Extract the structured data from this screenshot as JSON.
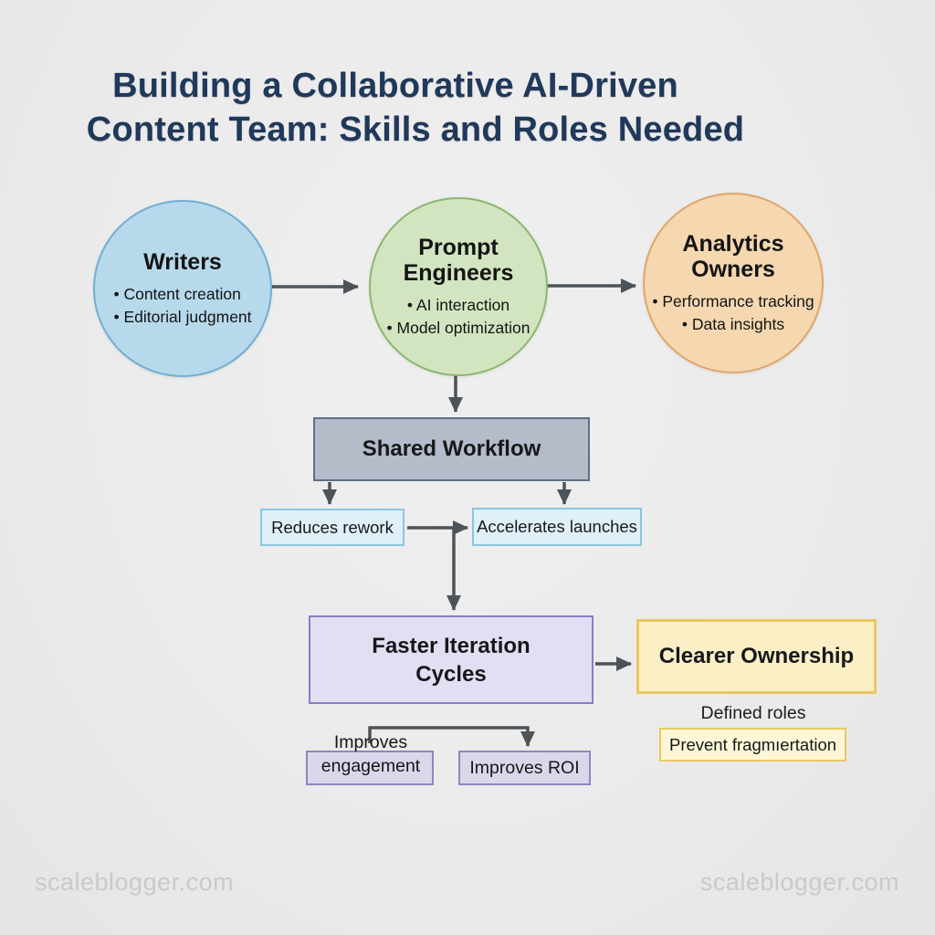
{
  "title": {
    "line1": "Building a Collaborative AI-Driven",
    "line2": "Content Team: Skills and Roles Needed"
  },
  "roles": [
    {
      "name": "Writers",
      "bullets": [
        "• Content creation",
        "• Editorial judgment"
      ]
    },
    {
      "name": "Prompt Engineers",
      "bullets": [
        "• AI interaction",
        "• Model optimization"
      ]
    },
    {
      "name": "Analytics Owners",
      "bullets": [
        "• Performance tracking",
        "• Data insights"
      ]
    }
  ],
  "workflow": {
    "label": "Shared Workflow"
  },
  "benefits": {
    "reduces_rework": "Reduces rework",
    "accelerates_launches": "Accelerates launches"
  },
  "outcomes": {
    "faster_iteration": "Faster Iteration Cycles",
    "clearer_ownership": "Clearer Ownership",
    "defined_roles": "Defined roles",
    "prevent_fragmentation": "Prevent fragmıertation",
    "improves_engagement": "Improves engagement",
    "improves_roi": "Improves ROI"
  },
  "watermark": {
    "left": "scaleblogger.com",
    "right": "scaleblogger.com"
  },
  "colors": {
    "title": "#20395b",
    "arrow": "#4c5359",
    "writers_fill": "#b7d9ec",
    "writers_border": "#72afd3",
    "prompt_fill": "#d2e5c0",
    "prompt_border": "#8cb76f",
    "analytics_fill": "#f5d7b0",
    "analytics_border": "#e0a56c",
    "workflow_fill": "#b4bcca",
    "workflow_border": "#5f7089",
    "benefit_fill": "#e0f0f8",
    "benefit_border": "#8ac6e1",
    "purple_fill": "#e4def2",
    "purple_border": "#8a7dc5",
    "yellow_fill": "#fbefc6",
    "yellow_border": "#eac85f",
    "prevent_fill": "#fdf7d8",
    "improve_fill": "#dbd6ea",
    "improve_border": "#9086bf",
    "watermark": "#c9cac9"
  }
}
